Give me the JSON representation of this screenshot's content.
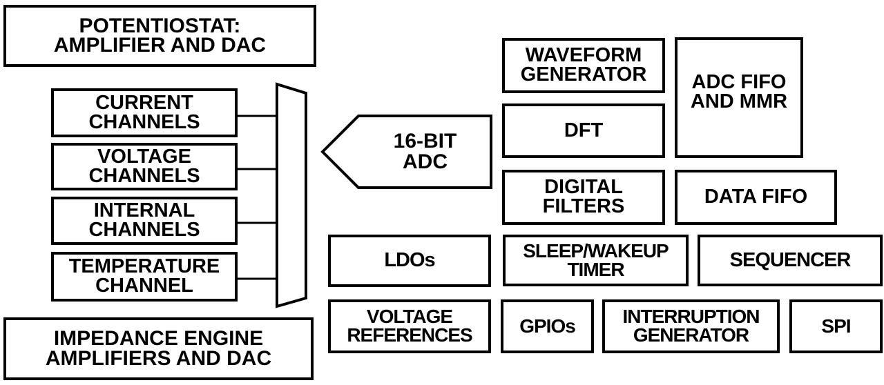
{
  "diagram": {
    "blocks": {
      "potentiostat": [
        "POTENTIOSTAT:",
        "AMPLIFIER AND DAC"
      ],
      "current_channels": [
        "CURRENT",
        "CHANNELS"
      ],
      "voltage_channels": [
        "VOLTAGE",
        "CHANNELS"
      ],
      "internal_channels": [
        "INTERNAL",
        "CHANNELS"
      ],
      "temperature_channel": [
        "TEMPERATURE",
        "CHANNEL"
      ],
      "impedance_engine": [
        "IMPEDANCE ENGINE",
        "AMPLIFIERS AND DAC"
      ],
      "adc": [
        "16-BIT",
        "ADC"
      ],
      "waveform_generator": [
        "WAVEFORM",
        "GENERATOR"
      ],
      "dft": [
        "DFT"
      ],
      "adc_fifo_mmr": [
        "ADC FIFO",
        "AND MMR"
      ],
      "digital_filters": [
        "DIGITAL",
        "FILTERS"
      ],
      "data_fifo": [
        "DATA FIFO"
      ],
      "ldos": [
        "LDOs"
      ],
      "sleep_wakeup_timer": [
        "SLEEP/WAKEUP",
        "TIMER"
      ],
      "sequencer": [
        "SEQUENCER"
      ],
      "voltage_references": [
        "VOLTAGE",
        "REFERENCES"
      ],
      "gpios": [
        "GPIOs"
      ],
      "interruption_generator": [
        "INTERRUPTION",
        "GENERATOR"
      ],
      "spi": [
        "SPI"
      ]
    },
    "connections": [
      {
        "from": "current_channels",
        "to": "multiplexer"
      },
      {
        "from": "voltage_channels",
        "to": "multiplexer"
      },
      {
        "from": "internal_channels",
        "to": "multiplexer"
      },
      {
        "from": "temperature_channel",
        "to": "multiplexer"
      }
    ]
  }
}
